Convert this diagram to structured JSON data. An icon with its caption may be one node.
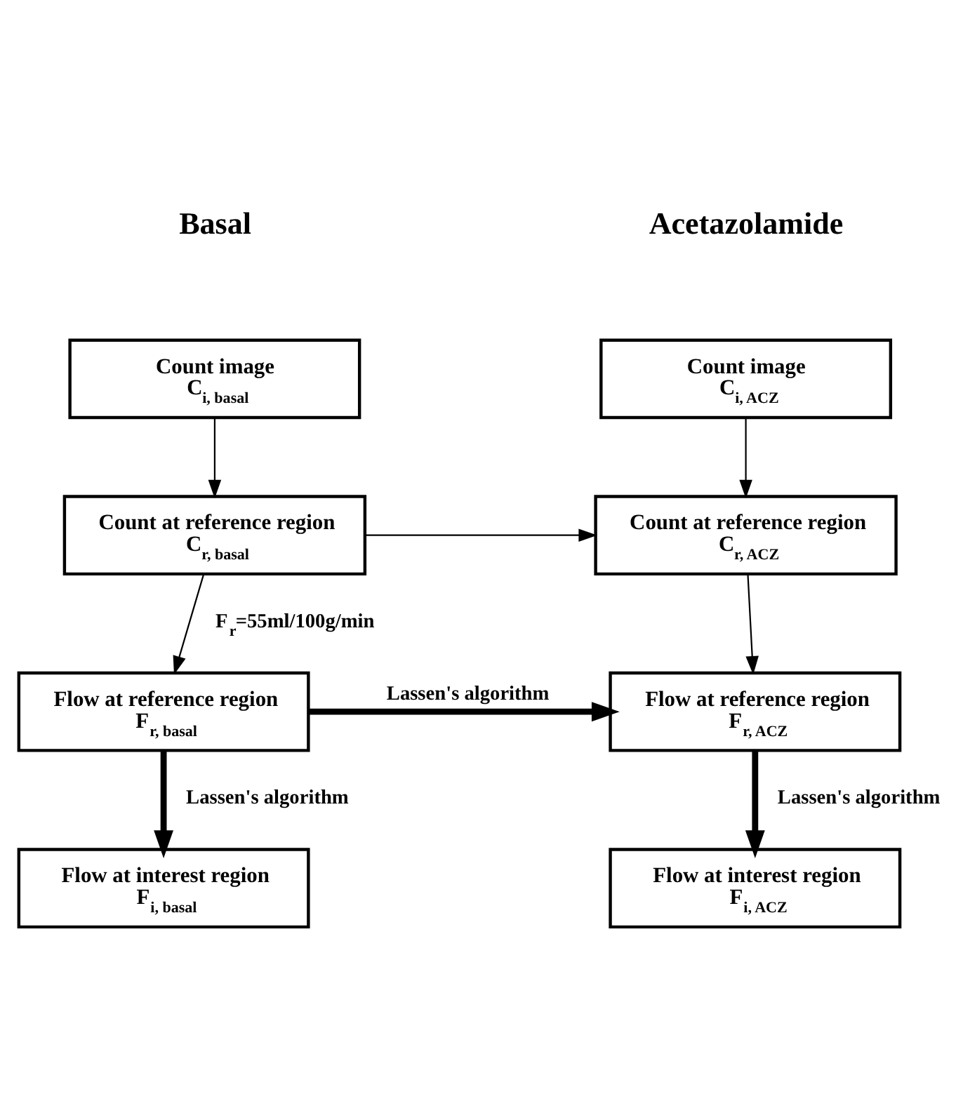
{
  "diagram": {
    "nodes": [
      {
        "text": [
          "Count image",
          "C$_{i, basal}$"
        ]
      },
      {
        "text": [
          "Count image",
          "C$_{i, ACZ}$"
        ]
      },
      {
        "text": [
          "Count at reference region",
          "C$_{r, basal}$"
        ]
      },
      {
        "text": [
          "Count at reference region",
          "C$_{r, ACZ}$"
        ]
      },
      {
        "text": [
          "Flow at reference region",
          "F$_{r, basal}$"
        ]
      },
      {
        "text": [
          "Flow at reference region",
          "F$_{r, ACZ}$"
        ]
      },
      {
        "text": [
          "Flow at interest region",
          "F$_{i, basal}$"
        ]
      },
      {
        "text": [
          "Flow at interest region",
          "F$_{i, ACZ}$"
        ]
      }
    ],
    "edges": [
      {
        "from": 0,
        "to": 2,
        "arrow": "to"
      },
      {
        "from": 1,
        "to": 3,
        "arrow": "to"
      },
      {
        "from": 2,
        "to": 3,
        "arrow": "to"
      },
      {
        "from": 2,
        "to": 4,
        "arrow": "to",
        "label": "F$_{r}$=55ml/100g/min"
      },
      {
        "from": 3,
        "to": 5,
        "arrow": "to"
      },
      {
        "from": 4,
        "to": 5,
        "arrow": "to",
        "style": "thick",
        "label": "Lassen's algorithm"
      },
      {
        "from": 4,
        "to": 6,
        "arrow": "to",
        "style": "thick",
        "label": "Lassen's algorithm"
      },
      {
        "from": 5,
        "to": 7,
        "arrow": "to",
        "style": "thick",
        "label": "Lassen's algorithm"
      }
    ],
    "labels": [
      "Basal",
      "Acetazolamide"
    ]
  }
}
